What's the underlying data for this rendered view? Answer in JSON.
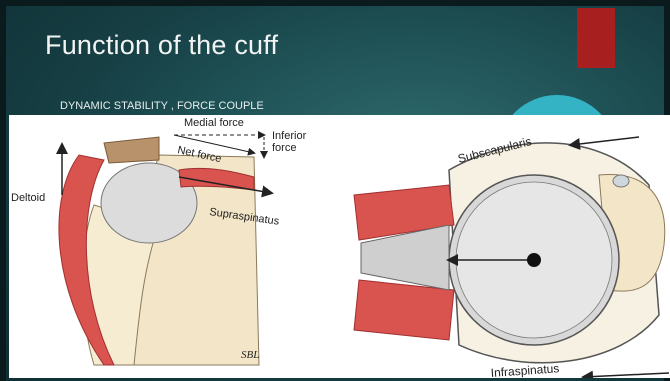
{
  "slide": {
    "title": "Function of the cuff",
    "subtitle": "DYNAMIC STABILITY , FORCE COUPLE"
  },
  "figure": {
    "labels": {
      "medial_force": "Medial force",
      "inferior_force_line1": "Inferior",
      "inferior_force_line2": "force",
      "net_force": "Net force",
      "deltoid": "Deltoid",
      "supraspinatus": "Supraspinatus",
      "signature": "SBL",
      "subscapularis": "Subscapularis",
      "infraspinatus": "Infraspinatus"
    }
  },
  "colors": {
    "accent_red": "#a81f1f",
    "accent_teal": "#34b3c4",
    "muscle": "#d9534f",
    "bone": "#f3e6c8"
  }
}
